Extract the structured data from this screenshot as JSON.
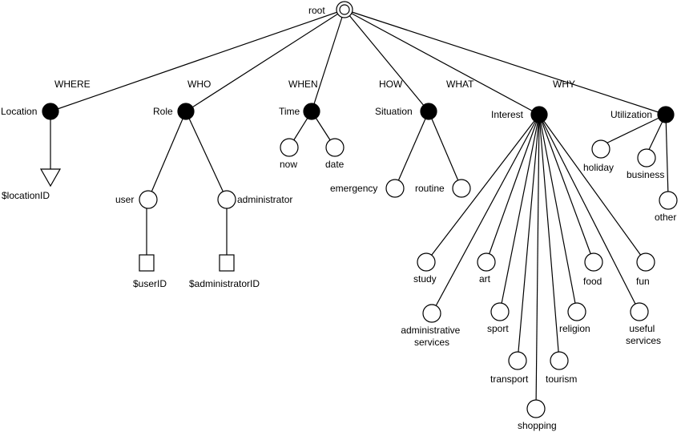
{
  "root": {
    "label": "root"
  },
  "dimensions": [
    {
      "id": "where",
      "edge_label": "WHERE",
      "node_label": "Location"
    },
    {
      "id": "who",
      "edge_label": "WHO",
      "node_label": "Role"
    },
    {
      "id": "when",
      "edge_label": "WHEN",
      "node_label": "Time"
    },
    {
      "id": "how",
      "edge_label": "HOW",
      "node_label": "Situation"
    },
    {
      "id": "what",
      "edge_label": "WHAT",
      "node_label": "Interest"
    },
    {
      "id": "why",
      "edge_label": "WHY",
      "node_label": "Utilization"
    }
  ],
  "location": {
    "id_leaf": "$locationID"
  },
  "role": {
    "children": [
      "user",
      "administrator"
    ],
    "ids": [
      "$userID",
      "$administratorID"
    ]
  },
  "time": {
    "children": [
      "now",
      "date"
    ]
  },
  "situation": {
    "children": [
      "emergency",
      "routine"
    ]
  },
  "interest": {
    "children": [
      {
        "key": "study",
        "text": "study"
      },
      {
        "key": "administrative-services",
        "lines": [
          "administrative",
          "services"
        ]
      },
      {
        "key": "transport",
        "text": "transport"
      },
      {
        "key": "shopping",
        "text": "shopping"
      },
      {
        "key": "art",
        "text": "art"
      },
      {
        "key": "sport",
        "text": "sport"
      },
      {
        "key": "tourism",
        "text": "tourism"
      },
      {
        "key": "religion",
        "text": "religion"
      },
      {
        "key": "food",
        "text": "food"
      },
      {
        "key": "fun",
        "text": "fun"
      },
      {
        "key": "useful-services",
        "lines": [
          "useful",
          "services"
        ]
      }
    ]
  },
  "utilization": {
    "children": [
      "holiday",
      "business",
      "other"
    ]
  }
}
